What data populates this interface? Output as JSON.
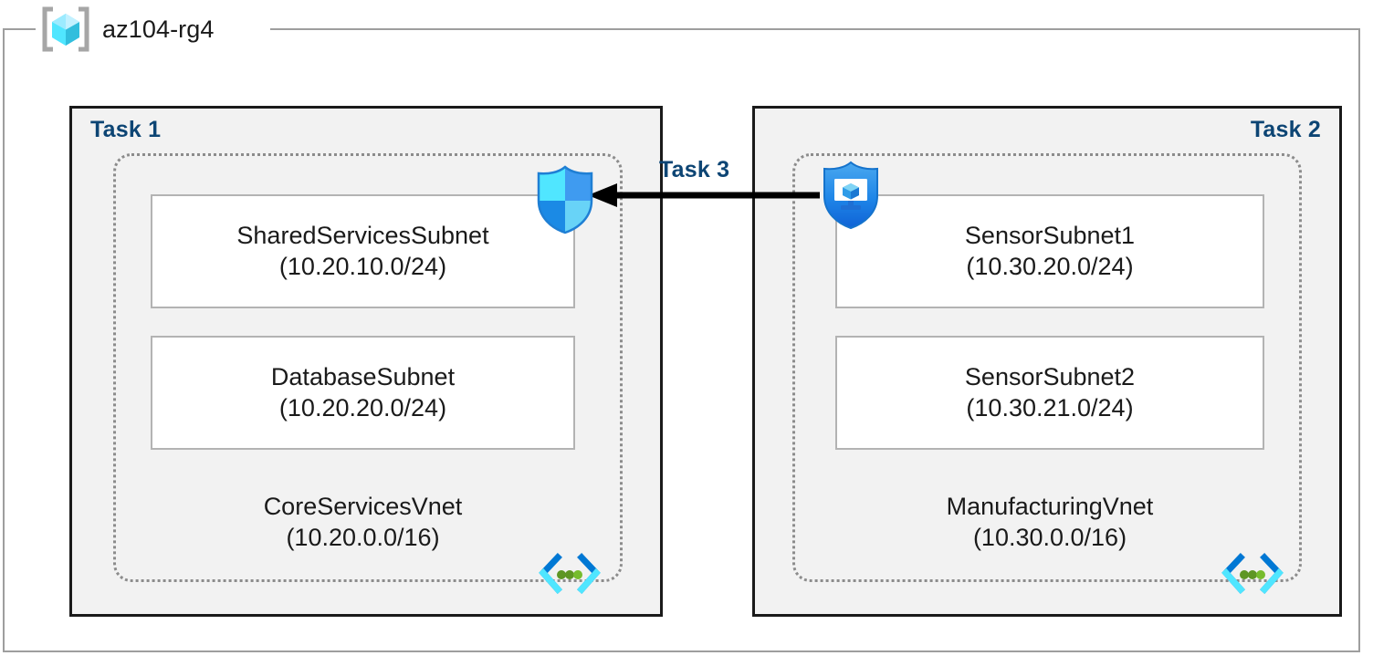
{
  "resource_group": {
    "name": "az104-rg4",
    "icon": "resource-group-cube-icon"
  },
  "tasks": [
    {
      "id": "task1",
      "label": "Task 1",
      "align": "left"
    },
    {
      "id": "task2",
      "label": "Task 2",
      "align": "right"
    },
    {
      "id": "task3",
      "label": "Task 3",
      "align": "center"
    }
  ],
  "vnets": [
    {
      "id": "vnet1",
      "name": "CoreServicesVnet",
      "cidr": "(10.20.0.0/16)",
      "task": "Task 1",
      "icon": "vnet-brackets-icon",
      "subnets": [
        {
          "name": "SharedServicesSubnet",
          "cidr": "(10.20.10.0/24)"
        },
        {
          "name": "DatabaseSubnet",
          "cidr": "(10.20.20.0/24)"
        }
      ]
    },
    {
      "id": "vnet2",
      "name": "ManufacturingVnet",
      "cidr": "(10.30.0.0/16)",
      "task": "Task 2",
      "icon": "vnet-brackets-icon",
      "subnets": [
        {
          "name": "SensorSubnet1",
          "cidr": "(10.30.20.0/24)"
        },
        {
          "name": "SensorSubnet2",
          "cidr": "(10.30.21.0/24)"
        }
      ]
    }
  ],
  "icons": {
    "firewall_shield": "firewall-shield-icon",
    "vm_shield": "virtual-machine-shield-icon"
  },
  "connection": {
    "label": "Task 3",
    "from": "ManufacturingVnet",
    "to": "CoreServicesVnet",
    "direction": "left"
  },
  "colors": {
    "task_label": "#0d4574",
    "task_fill": "#f2f2f2",
    "task_border": "#1a1a1a",
    "vnet_border": "#8c8c8c",
    "subnet_border": "#b3b3b3",
    "frame": "#9e9e9e",
    "azure_cyan": "#50e6ff",
    "azure_blue": "#0078d4",
    "arrow": "#000000"
  }
}
